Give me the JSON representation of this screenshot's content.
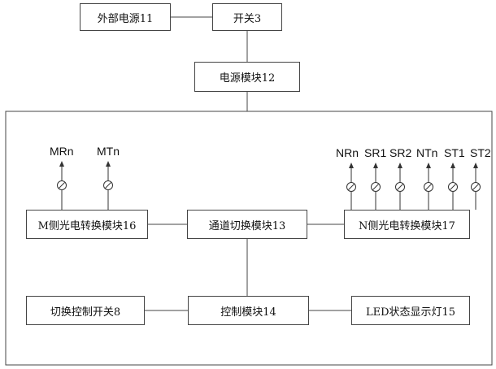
{
  "blocks": {
    "ext_power": "外部电源11",
    "switch": "开关3",
    "power_module": "电源模块12",
    "m_converter": "M侧光电转换模块16",
    "channel_switch": "通道切换模块13",
    "n_converter": "N侧光电转换模块17",
    "switch_control": "切换控制开关8",
    "control_module": "控制模块14",
    "led": "LED状态显示灯15"
  },
  "signals": {
    "m": [
      "MRn",
      "MTn"
    ],
    "n": [
      "NRn",
      "SR1",
      "SR2",
      "NTn",
      "ST1",
      "ST2"
    ]
  },
  "colors": {
    "line": "#444444",
    "text": "#111111"
  }
}
